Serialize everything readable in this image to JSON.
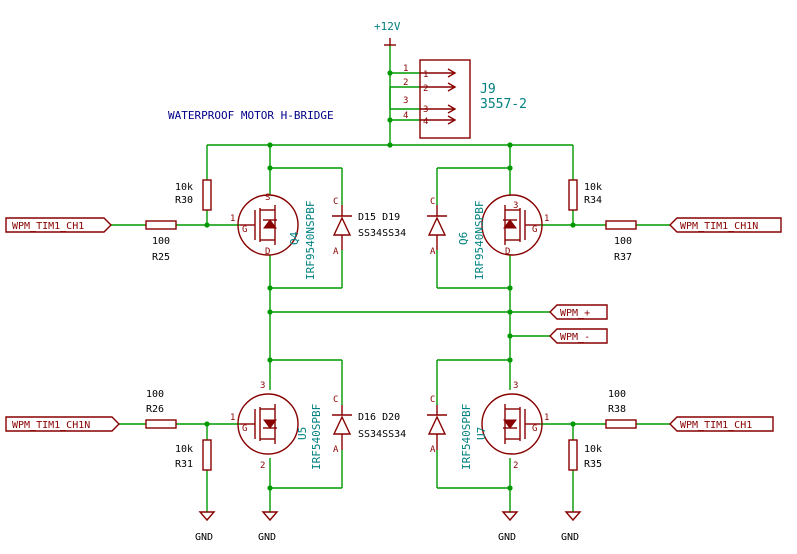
{
  "title": "WATERPROOF MOTOR H-BRIDGE",
  "power": {
    "vcc": "+12V",
    "gnd": "GND"
  },
  "connector": {
    "ref": "J9",
    "value": "3557-2",
    "pins": [
      "1",
      "2",
      "3",
      "4"
    ]
  },
  "labels": {
    "tim_ch1": "WPM_TIM1_CH1",
    "tim_ch1n": "WPM_TIM1_CH1N",
    "wpm_plus": "WPM_+",
    "wpm_minus": "WPM_-"
  },
  "resistors": {
    "r30": {
      "ref": "R30",
      "value": "10k"
    },
    "r25": {
      "ref": "R25",
      "value": "100"
    },
    "r34": {
      "ref": "R34",
      "value": "10k"
    },
    "r37": {
      "ref": "R37",
      "value": "100"
    },
    "r26": {
      "ref": "R26",
      "value": "100"
    },
    "r31": {
      "ref": "R31",
      "value": "10k"
    },
    "r38": {
      "ref": "R38",
      "value": "100"
    },
    "r35": {
      "ref": "R35",
      "value": "10k"
    }
  },
  "transistors": {
    "q4": {
      "ref": "Q4",
      "value": "IRF9540NSPBF"
    },
    "q6": {
      "ref": "Q6",
      "value": "IRF9540NSPBF"
    },
    "u5": {
      "ref": "U5",
      "value": "IRF540SPBF"
    },
    "u7": {
      "ref": "U7",
      "value": "IRF540SPBF"
    }
  },
  "diodes": {
    "top": {
      "refs": "D15 D19",
      "values": "SS34SS34"
    },
    "bottom": {
      "refs": "D16 D20",
      "values": "SS34SS34"
    }
  },
  "pin_letters": {
    "anode": "A",
    "cathode": "C",
    "gate": "G",
    "drain": "D",
    "source": "S"
  },
  "pin_numbers": {
    "p1": "1",
    "p2": "2",
    "p3": "3"
  }
}
